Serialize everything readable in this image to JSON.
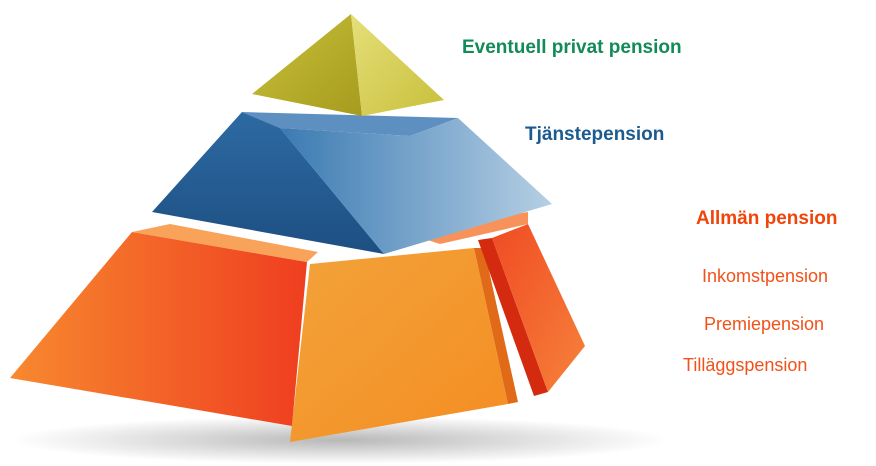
{
  "pyramid": {
    "tiers": [
      {
        "id": "private",
        "label": "Eventuell privat pension",
        "color": "#138a5a"
      },
      {
        "id": "occupational",
        "label": "Tjänstepension",
        "color": "#1c5b8f"
      },
      {
        "id": "public",
        "label": "Allmän pension",
        "color": "#f0440a",
        "components": [
          "Inkomstpension",
          "Premiepension",
          "Tilläggspension"
        ]
      }
    ]
  },
  "colors": {
    "top_tier": "#b8ae2a",
    "middle_tier": "#2e6a9e",
    "base_orange": "#f2612a",
    "base_front": "#f5a030",
    "sub_label": "#f0521a"
  }
}
